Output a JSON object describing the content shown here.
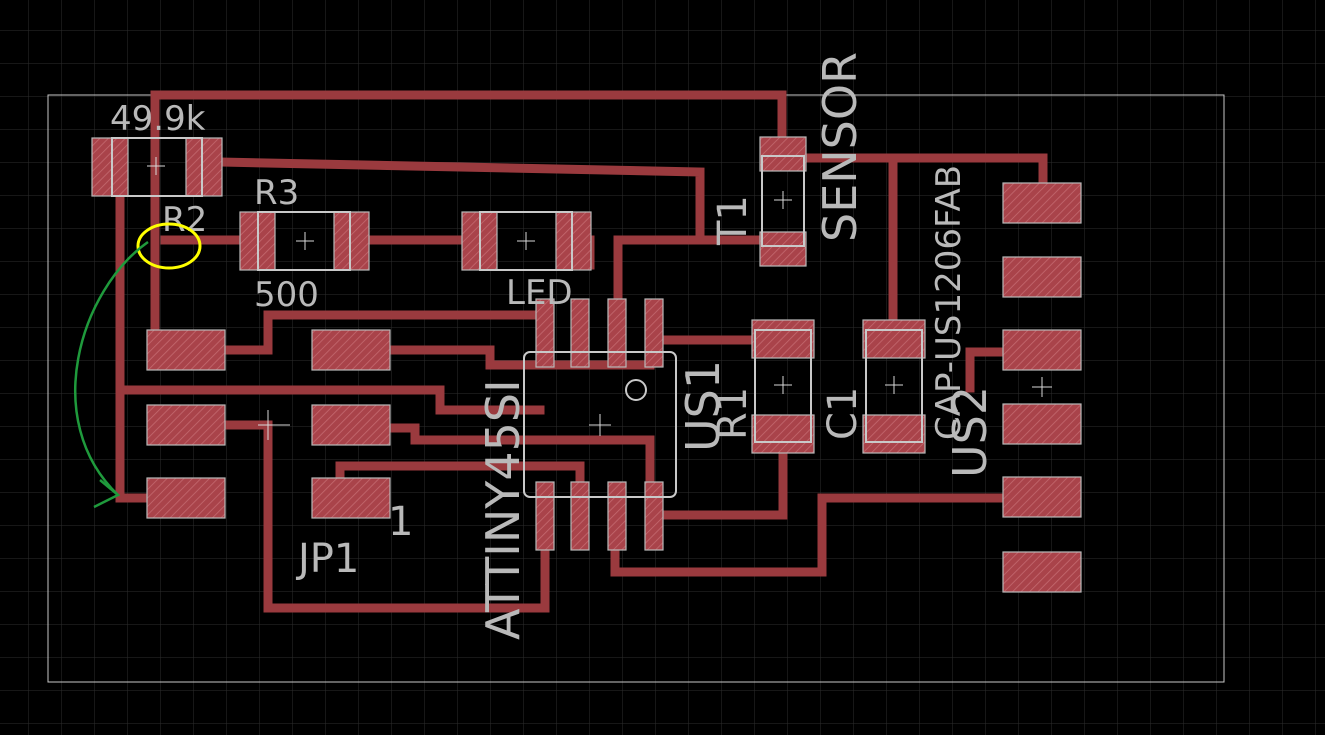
{
  "labels": {
    "r2_value": "49.9k",
    "r2_name": "R2",
    "r3_name": "R3",
    "r3_value": "500",
    "led": "LED",
    "t1": "T1",
    "sensor": "SENSOR",
    "cap_name": "CAP-US1206FAB",
    "r1": "R1",
    "c1": "C1",
    "us1": "US1",
    "us2": "US2",
    "attiny": "ATTINY45SI",
    "jp1": "JP1",
    "pin_one": "1"
  },
  "colors": {
    "background": "#000000",
    "grid": "#2c2c2c",
    "trace": "#9a3a3e",
    "pad": "#a9434a",
    "outline": "#c9c9c9",
    "text": "#b9b9b9",
    "highlight_circle": "#ffff00",
    "annotation_arrow": "#1f9a3c"
  }
}
